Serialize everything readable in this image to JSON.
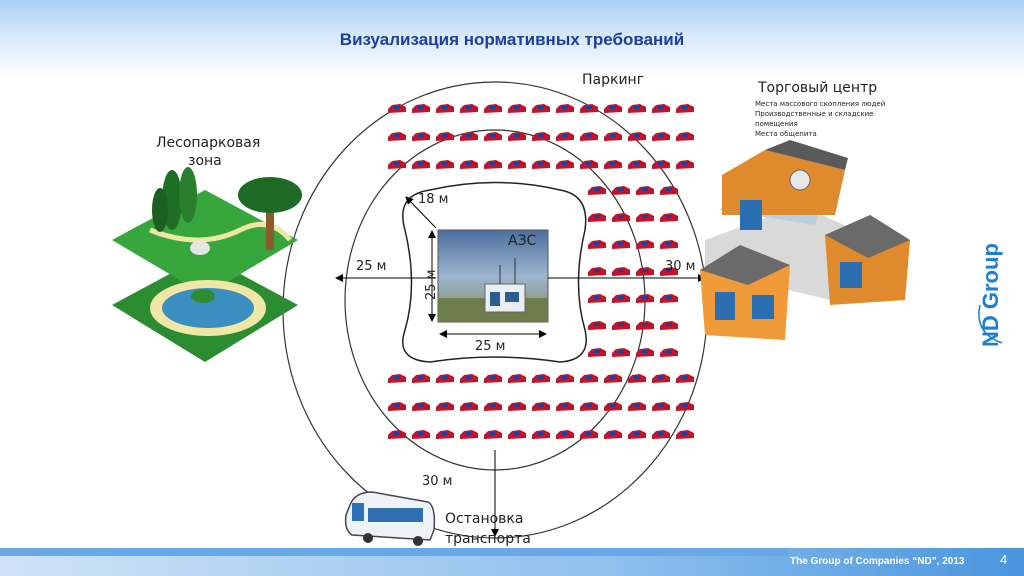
{
  "slide": {
    "title": "Визуализация нормативных требований",
    "footer": "The Group of Companies “ND”, 2013",
    "page_number": "4"
  },
  "diagram": {
    "center_label": "АЗС",
    "distances": {
      "station_width": "25 м",
      "station_height": "25 м",
      "corner": "18 м",
      "left": "25 м",
      "right": "30 м",
      "bottom": "30 м"
    },
    "labels": {
      "parking": "Паркинг",
      "forest_line1": "Лесопарковая",
      "forest_line2": "зона",
      "mall_title": "Торговый центр",
      "bus_line1": "Остановка",
      "bus_line2": "транспорта"
    },
    "mall_notes": [
      "Места массового скопления людей",
      "Производственные и складские",
      "помещения",
      "Места общепита"
    ],
    "logo": "ND Group",
    "colors": {
      "car_body": "#c0142b",
      "car_window": "#1f3f9a",
      "grass": "#2f9e35",
      "lake": "#3a8fc0",
      "mall_wall": "#e08a2e",
      "logo": "#1d7fd1"
    }
  }
}
